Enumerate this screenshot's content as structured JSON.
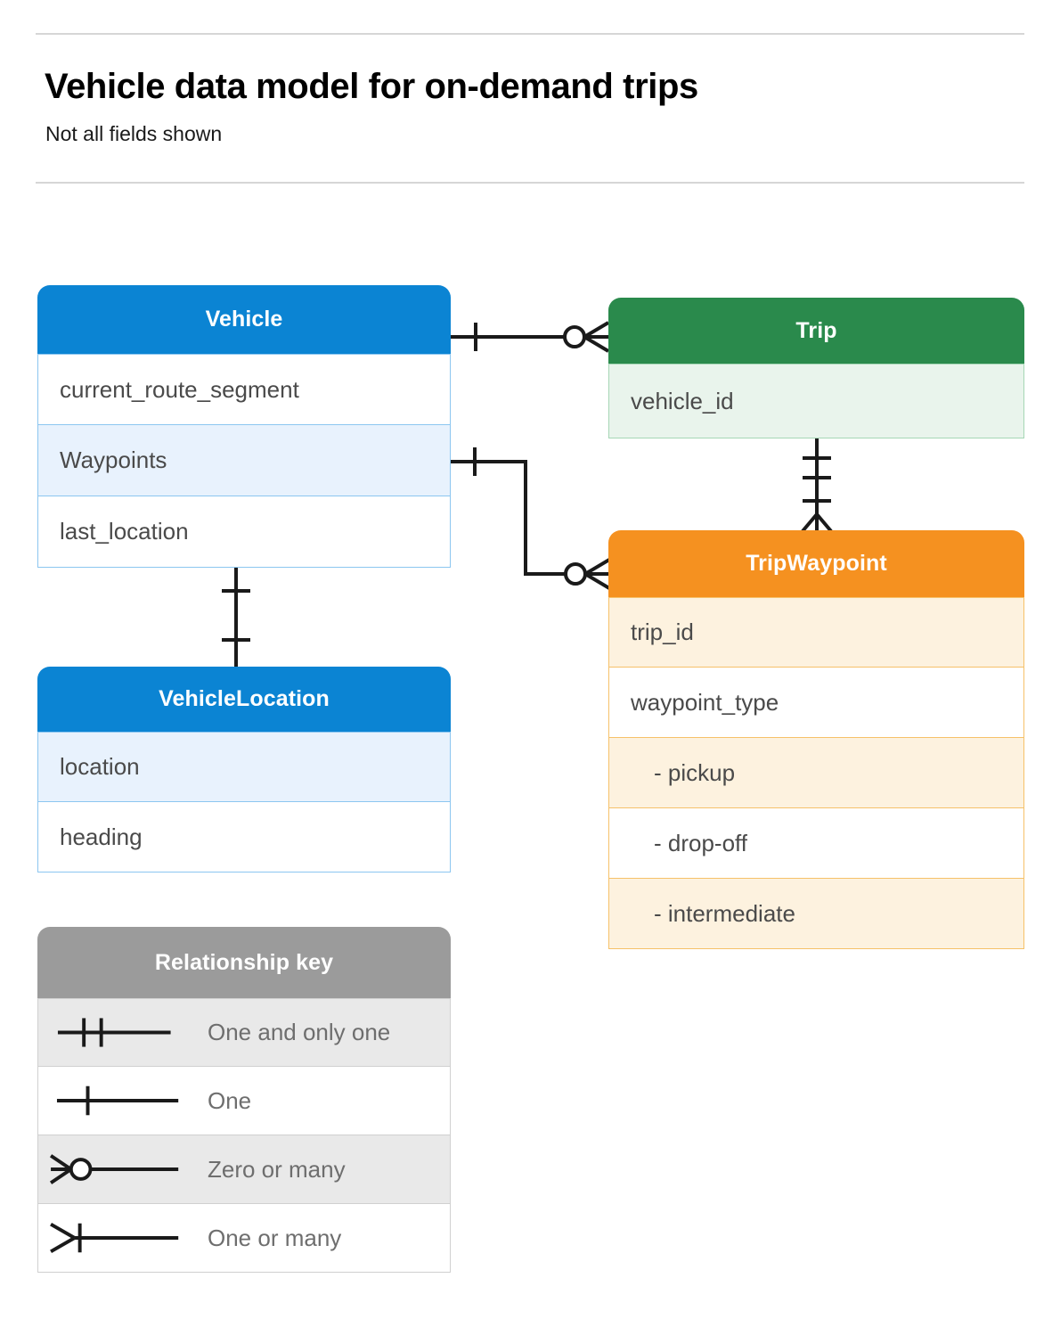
{
  "header": {
    "title": "Vehicle data model for on-demand trips",
    "subtitle": "Not all fields shown"
  },
  "colors": {
    "vehicle_header": "#0b84d3",
    "vehicle_row_alt": "#e8f2fd",
    "vehicle_border": "#8cc6f0",
    "trip_header": "#2a8a4c",
    "trip_row_alt": "#e9f4ec",
    "trip_border": "#a6d6b5",
    "tripwaypoint_header": "#f59120",
    "tripwaypoint_row_alt": "#fdf2df",
    "tripwaypoint_border": "#f6c169",
    "legend_header": "#9b9b9b",
    "legend_row_alt": "#e9e9e9",
    "connector": "#1a1a1a",
    "rule": "#d6d6d6",
    "field_text": "#4a4a4a"
  },
  "entities": {
    "vehicle": {
      "name": "Vehicle",
      "fields": [
        {
          "label": "current_route_segment"
        },
        {
          "label": "Waypoints"
        },
        {
          "label": "last_location"
        }
      ]
    },
    "vehicle_location": {
      "name": "VehicleLocation",
      "fields": [
        {
          "label": "location"
        },
        {
          "label": "heading"
        }
      ]
    },
    "trip": {
      "name": "Trip",
      "fields": [
        {
          "label": "vehicle_id"
        }
      ]
    },
    "trip_waypoint": {
      "name": "TripWaypoint",
      "fields": [
        {
          "label": "trip_id"
        },
        {
          "label": "waypoint_type"
        },
        {
          "label": "-  pickup"
        },
        {
          "label": "-  drop-off"
        },
        {
          "label": "-  intermediate"
        }
      ]
    }
  },
  "legend": {
    "title": "Relationship key",
    "items": [
      {
        "symbol": "one-and-only-one",
        "label": "One and only one"
      },
      {
        "symbol": "one",
        "label": "One"
      },
      {
        "symbol": "zero-or-many",
        "label": "Zero or many"
      },
      {
        "symbol": "one-or-many",
        "label": "One or many"
      }
    ]
  },
  "relationships": [
    {
      "id": "vehicle-to-trip",
      "from": "Vehicle",
      "to": "Trip",
      "from_cardinality": "One",
      "to_cardinality": "Zero or many"
    },
    {
      "id": "vehicle-waypoints-to-tripwaypoint",
      "from": "Vehicle.Waypoints",
      "to": "TripWaypoint",
      "from_cardinality": "One",
      "to_cardinality": "Zero or many"
    },
    {
      "id": "trip-to-tripwaypoint",
      "from": "Trip",
      "to": "TripWaypoint",
      "from_cardinality": "One and only one",
      "to_cardinality": "One or many"
    },
    {
      "id": "vehicle-to-vehiclelocation",
      "from": "Vehicle",
      "to": "VehicleLocation",
      "from_cardinality": "One",
      "to_cardinality": "One"
    }
  ]
}
